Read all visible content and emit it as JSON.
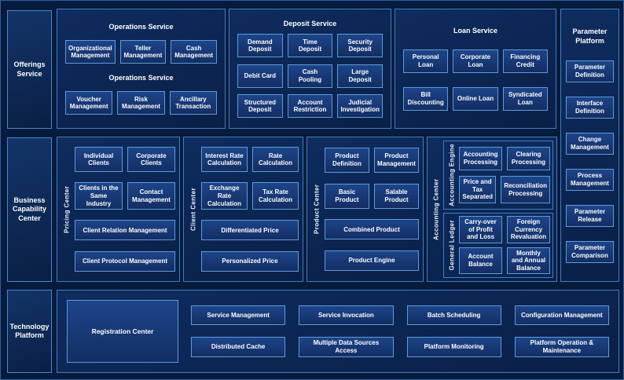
{
  "colors": {
    "background": "#071b3c",
    "panel_fill": "#0e2c5e",
    "panel_border": "#3f7ec2",
    "box_fill": "#1d4489",
    "box_border": "#5e9bd8",
    "text": "#ffffff"
  },
  "sidebar": {
    "offerings": "Offerings Service",
    "business": "Business Capability Center",
    "technology": "Technology Platform"
  },
  "operations_service": {
    "title": "Operations Service",
    "mid_label": "Operations Service",
    "row1": [
      "Organizational Management",
      "Teller Management",
      "Cash Management"
    ],
    "row2": [
      "Voucher Management",
      "Risk Management",
      "Ancillary Transaction"
    ]
  },
  "deposit_service": {
    "title": "Deposit Service",
    "rows": [
      [
        "Demand Deposit",
        "Time Deposit",
        "Security Deposit"
      ],
      [
        "Debit Card",
        "Cash Pooling",
        "Large Deposit"
      ],
      [
        "Structured Deposit",
        "Account Restriction",
        "Judicial Investigation"
      ]
    ]
  },
  "loan_service": {
    "title": "Loan Service",
    "rows": [
      [
        "Personal Loan",
        "Corporate Loan",
        "Financing Credit"
      ],
      [
        "Bill Discounting",
        "Online Loan",
        "Syndicated Loan"
      ]
    ]
  },
  "parameter_platform": {
    "title": "Parameter Platform",
    "items": [
      "Parameter Definition",
      "Interface Definition",
      "Change Management",
      "Process Management",
      "Parameter Release",
      "Parameter Comparison"
    ]
  },
  "pricing_center": {
    "label": "Pricing Center",
    "row1": [
      "Individual Clients",
      "Corporate Clients"
    ],
    "row2": [
      "Clients in the Same Industry",
      "Contact Management"
    ],
    "full1": "Client Relation Management",
    "full2": "Client Protocol Management"
  },
  "client_center": {
    "label": "Client Center",
    "row1": [
      "Interest Rate Calculation",
      "Rate Calculation"
    ],
    "row2": [
      "Exchange Rate Calculation",
      "Tax Rate Calculation"
    ],
    "full1": "Differentiated Price",
    "full2": "Personalized Price"
  },
  "product_center": {
    "label": "Product Center",
    "row1": [
      "Product Definition",
      "Product Management"
    ],
    "row2": [
      "Basic Product",
      "Salable Product"
    ],
    "full1": "Combined Product",
    "full2": "Product Engine"
  },
  "accounting_center": {
    "label": "Accounting Center",
    "engine": {
      "label": "Accounting Engine",
      "rows": [
        [
          "Accounting Processing",
          "Clearing Processing"
        ],
        [
          "Price and Tax Separated",
          "Reconciliation Processing"
        ]
      ]
    },
    "ledger": {
      "label": "General Ledger",
      "rows": [
        [
          "Carry-over of Profit and Loss",
          "Foreign Currency Revaluation"
        ],
        [
          "Account Balance",
          "Monthly and Annual Balance"
        ]
      ]
    }
  },
  "technology_platform": {
    "registration": "Registration Center",
    "row1": [
      "Service Management",
      "Service Invocation",
      "Batch Scheduling",
      "Configuration Management"
    ],
    "row2": [
      "Distributed Cache",
      "Multiple Data Sources Access",
      "Platform Monitoring",
      "Platform Operation & Maintenance"
    ]
  }
}
